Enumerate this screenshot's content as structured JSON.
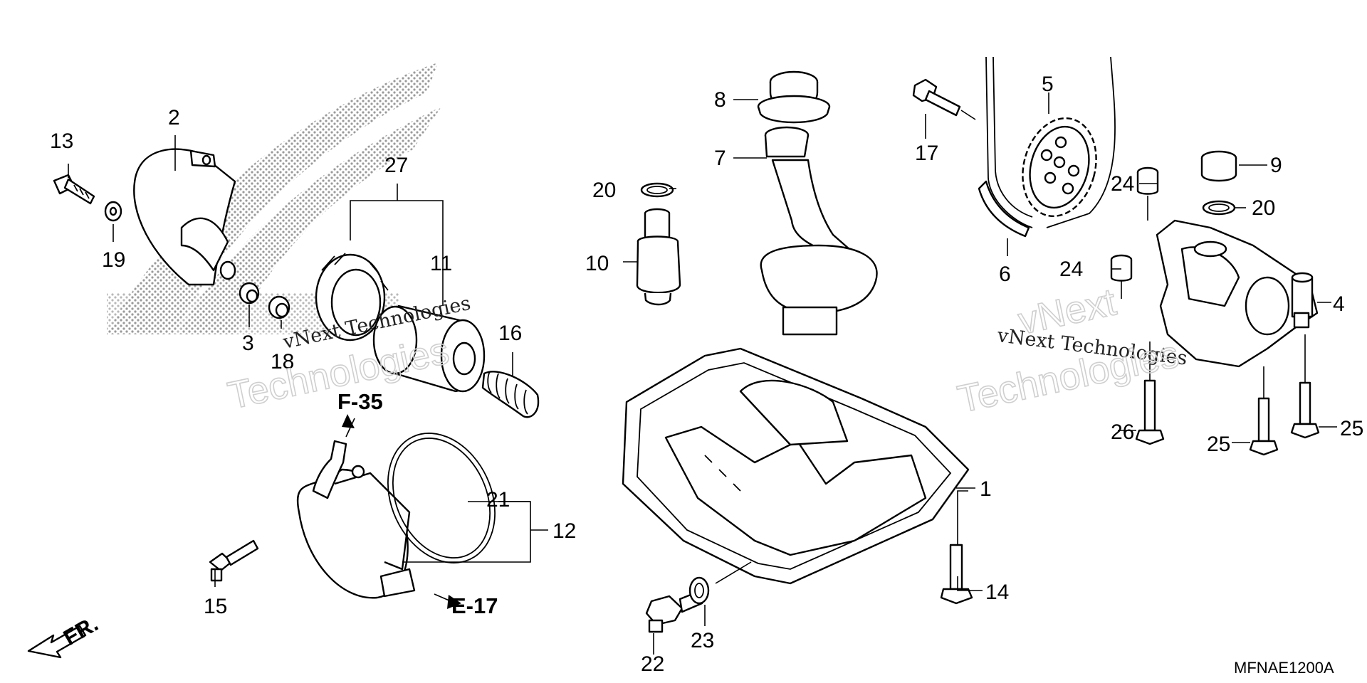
{
  "diagram": {
    "callouts": {
      "c1": "1",
      "c2": "2",
      "c3": "3",
      "c4": "4",
      "c5": "5",
      "c6": "6",
      "c7": "7",
      "c8": "8",
      "c9": "9",
      "c10": "10",
      "c11": "11",
      "c12": "12",
      "c13": "13",
      "c14": "14",
      "c15": "15",
      "c16": "16",
      "c17": "17",
      "c18": "18",
      "c19": "19",
      "c20a": "20",
      "c20b": "20",
      "c21": "21",
      "c22": "22",
      "c23": "23",
      "c24a": "24",
      "c24b": "24",
      "c25a": "25",
      "c25b": "25",
      "c26": "26",
      "c27": "27"
    },
    "references": {
      "f35": "F-35",
      "e17": "E-17"
    },
    "front_indicator": "FR.",
    "diagram_code": "MFNAE1200A",
    "watermarks": {
      "left_small": "vNext Technologies",
      "left_big": "Technologies",
      "right_small": "vNext Technologies",
      "right_big_top": "vNext",
      "right_big": "Technologies"
    }
  }
}
